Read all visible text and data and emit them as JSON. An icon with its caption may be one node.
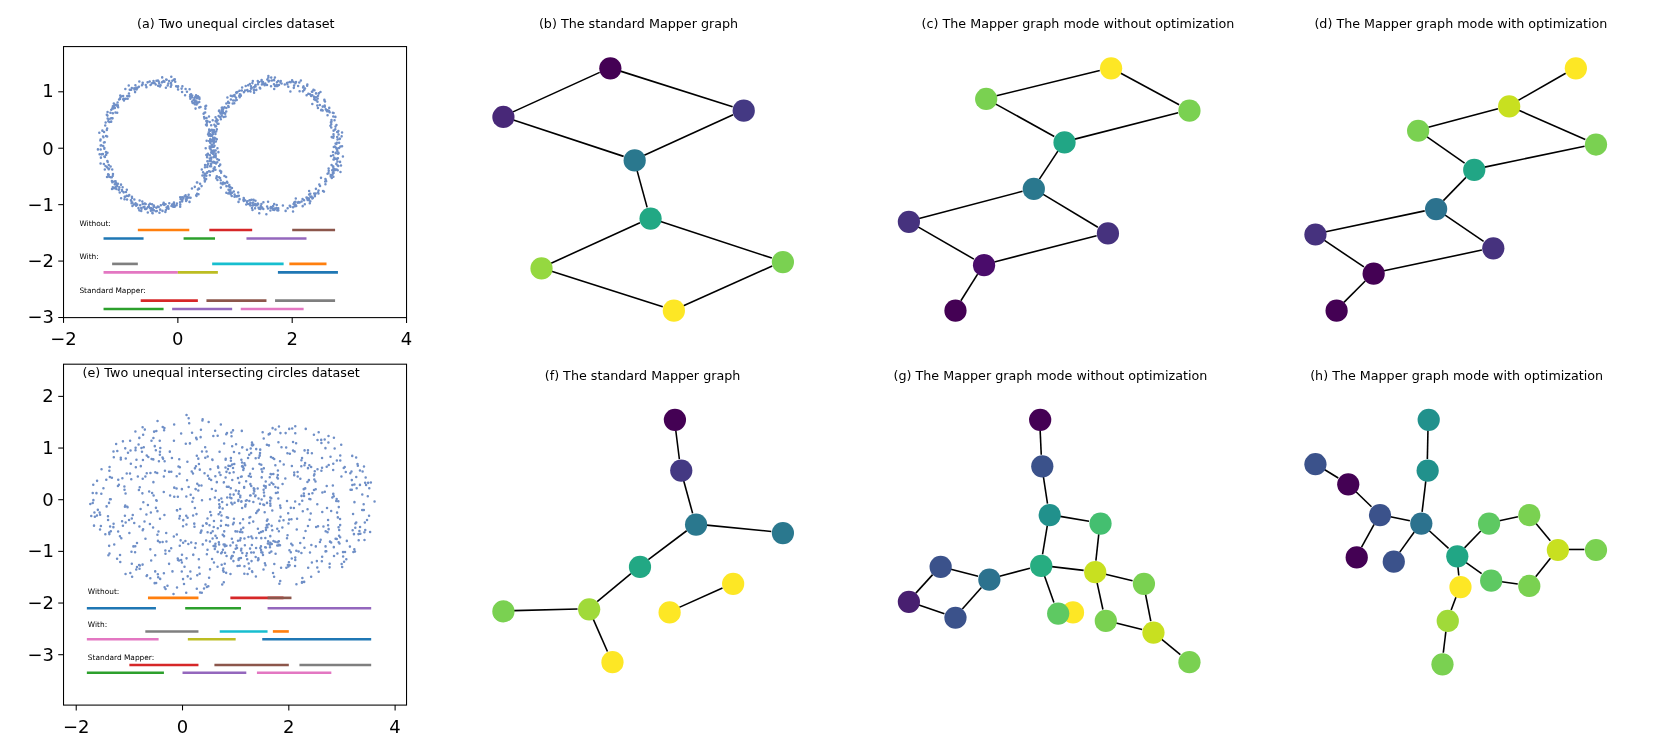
{
  "diagram": {
    "nodes": [
      {
        "text": [],
        "shape": "circle"
      },
      {
        "text": [],
        "shape": "circle"
      },
      {
        "text": [],
        "shape": "circle"
      },
      {
        "text": [],
        "shape": "circle"
      },
      {
        "text": [],
        "shape": "circle"
      },
      {
        "text": [],
        "shape": "circle"
      },
      {
        "text": [],
        "shape": "circle"
      },
      {
        "text": [],
        "shape": "circle"
      },
      {
        "text": [],
        "shape": "circle"
      },
      {
        "text": [],
        "shape": "circle"
      },
      {
        "text": [],
        "shape": "circle"
      },
      {
        "text": [],
        "shape": "circle"
      },
      {
        "text": [],
        "shape": "circle"
      },
      {
        "text": [],
        "shape": "circle"
      },
      {
        "text": [],
        "shape": "circle"
      },
      {
        "text": [],
        "shape": "circle"
      },
      {
        "text": [],
        "shape": "circle"
      },
      {
        "text": [],
        "shape": "circle"
      },
      {
        "text": [],
        "shape": "circle"
      },
      {
        "text": [],
        "shape": "circle"
      },
      {
        "text": [],
        "shape": "circle"
      },
      {
        "text": [],
        "shape": "circle"
      },
      {
        "text": [],
        "shape": "circle"
      },
      {
        "text": [],
        "shape": "circle"
      },
      {
        "text": [],
        "shape": "circle"
      },
      {
        "text": [],
        "shape": "circle"
      },
      {
        "text": [],
        "shape": "circle"
      },
      {
        "text": [],
        "shape": "circle"
      },
      {
        "text": [],
        "shape": "circle"
      },
      {
        "text": [],
        "shape": "circle"
      },
      {
        "text": [],
        "shape": "circle"
      },
      {
        "text": [],
        "shape": "circle"
      },
      {
        "text": [],
        "shape": "circle"
      },
      {
        "text": [],
        "shape": "circle"
      },
      {
        "text": [],
        "shape": "circle"
      },
      {
        "text": [],
        "shape": "circle"
      },
      {
        "text": [],
        "shape": "circle"
      },
      {
        "text": [],
        "shape": "circle"
      },
      {
        "text": [],
        "shape": "circle"
      },
      {
        "text": [],
        "shape": "circle"
      },
      {
        "text": [],
        "shape": "circle"
      },
      {
        "text": [],
        "shape": "circle"
      },
      {
        "text": [],
        "shape": "circle"
      },
      {
        "text": [],
        "shape": "circle"
      },
      {
        "text": [],
        "shape": "circle"
      },
      {
        "text": [],
        "shape": "circle"
      },
      {
        "text": [],
        "shape": "circle"
      },
      {
        "text": [],
        "shape": "circle"
      },
      {
        "text": [],
        "shape": "circle"
      },
      {
        "text": [],
        "shape": "circle"
      },
      {
        "text": [],
        "shape": "circle"
      },
      {
        "text": [],
        "shape": "circle"
      },
      {
        "text": [],
        "shape": "circle"
      },
      {
        "text": [],
        "shape": "circle"
      },
      {
        "text": [],
        "shape": "circle"
      },
      {
        "text": [],
        "shape": "circle"
      },
      {
        "text": [],
        "shape": "circle"
      },
      {
        "text": [],
        "shape": "circle"
      },
      {
        "text": [],
        "shape": "circle"
      },
      {
        "text": [],
        "shape": "circle"
      },
      {
        "text": [],
        "shape": "circle"
      },
      {
        "text": [],
        "shape": "circle"
      },
      {
        "text": [],
        "shape": "circle"
      },
      {
        "text": [],
        "shape": "circle"
      },
      {
        "text": [],
        "shape": "circle"
      },
      {
        "text": [],
        "shape": "circle"
      },
      {
        "text": [],
        "shape": "circle"
      },
      {
        "text": [],
        "shape": "circle"
      },
      {
        "text": [],
        "shape": "circle"
      },
      {
        "text": [],
        "shape": "circle"
      },
      {
        "text": [],
        "shape": "circle"
      }
    ],
    "edges": [
      {
        "from": 1,
        "to": 0,
        "arrow": "none"
      },
      {
        "from": 0,
        "to": 2,
        "arrow": "none"
      },
      {
        "from": 1,
        "to": 3,
        "arrow": "none"
      },
      {
        "from": 2,
        "to": 3,
        "arrow": "none"
      },
      {
        "from": 3,
        "to": 4,
        "arrow": "none"
      },
      {
        "from": 4,
        "to": 5,
        "arrow": "none"
      },
      {
        "from": 4,
        "to": 6,
        "arrow": "none"
      },
      {
        "from": 5,
        "to": 7,
        "arrow": "none"
      },
      {
        "from": 6,
        "to": 7,
        "arrow": "none"
      },
      {
        "from": 9,
        "to": 8,
        "arrow": "none"
      },
      {
        "from": 8,
        "to": 10,
        "arrow": "none"
      },
      {
        "from": 9,
        "to": 11,
        "arrow": "none"
      },
      {
        "from": 10,
        "to": 11,
        "arrow": "none"
      },
      {
        "from": 11,
        "to": 12,
        "arrow": "none"
      },
      {
        "from": 12,
        "to": 13,
        "arrow": "none"
      },
      {
        "from": 12,
        "to": 14,
        "arrow": "none"
      },
      {
        "from": 13,
        "to": 15,
        "arrow": "none"
      },
      {
        "from": 14,
        "to": 15,
        "arrow": "none"
      },
      {
        "from": 15,
        "to": 16,
        "arrow": "none"
      },
      {
        "from": 17,
        "to": 18,
        "arrow": "none"
      },
      {
        "from": 19,
        "to": 18,
        "arrow": "none"
      },
      {
        "from": 18,
        "to": 20,
        "arrow": "none"
      },
      {
        "from": 19,
        "to": 21,
        "arrow": "none"
      },
      {
        "from": 20,
        "to": 21,
        "arrow": "none"
      },
      {
        "from": 21,
        "to": 22,
        "arrow": "none"
      },
      {
        "from": 22,
        "to": 23,
        "arrow": "none"
      },
      {
        "from": 22,
        "to": 24,
        "arrow": "none"
      },
      {
        "from": 23,
        "to": 25,
        "arrow": "none"
      },
      {
        "from": 24,
        "to": 25,
        "arrow": "none"
      },
      {
        "from": 25,
        "to": 26,
        "arrow": "none"
      },
      {
        "from": 27,
        "to": 28,
        "arrow": "none"
      },
      {
        "from": 28,
        "to": 29,
        "arrow": "none"
      },
      {
        "from": 29,
        "to": 30,
        "arrow": "none"
      },
      {
        "from": 29,
        "to": 31,
        "arrow": "none"
      },
      {
        "from": 31,
        "to": 34,
        "arrow": "none"
      },
      {
        "from": 33,
        "to": 34,
        "arrow": "none"
      },
      {
        "from": 34,
        "to": 36,
        "arrow": "none"
      },
      {
        "from": 35,
        "to": 32,
        "arrow": "none"
      },
      {
        "from": 37,
        "to": 38,
        "arrow": "none"
      },
      {
        "from": 38,
        "to": 39,
        "arrow": "none"
      },
      {
        "from": 39,
        "to": 40,
        "arrow": "none"
      },
      {
        "from": 39,
        "to": 43,
        "arrow": "none"
      },
      {
        "from": 40,
        "to": 44,
        "arrow": "none"
      },
      {
        "from": 43,
        "to": 44,
        "arrow": "none"
      },
      {
        "from": 43,
        "to": 42,
        "arrow": "none"
      },
      {
        "from": 42,
        "to": 41,
        "arrow": "none"
      },
      {
        "from": 41,
        "to": 46,
        "arrow": "none"
      },
      {
        "from": 46,
        "to": 47,
        "arrow": "none"
      },
      {
        "from": 47,
        "to": 42,
        "arrow": "none"
      },
      {
        "from": 43,
        "to": 49,
        "arrow": "none"
      },
      {
        "from": 44,
        "to": 50,
        "arrow": "none"
      },
      {
        "from": 44,
        "to": 45,
        "arrow": "none"
      },
      {
        "from": 45,
        "to": 51,
        "arrow": "none"
      },
      {
        "from": 50,
        "to": 51,
        "arrow": "none"
      },
      {
        "from": 51,
        "to": 52,
        "arrow": "none"
      },
      {
        "from": 53,
        "to": 54,
        "arrow": "none"
      },
      {
        "from": 54,
        "to": 58,
        "arrow": "none"
      },
      {
        "from": 55,
        "to": 56,
        "arrow": "none"
      },
      {
        "from": 56,
        "to": 57,
        "arrow": "none"
      },
      {
        "from": 57,
        "to": 58,
        "arrow": "none"
      },
      {
        "from": 57,
        "to": 59,
        "arrow": "none"
      },
      {
        "from": 58,
        "to": 60,
        "arrow": "none"
      },
      {
        "from": 58,
        "to": 61,
        "arrow": "none"
      },
      {
        "from": 61,
        "to": 62,
        "arrow": "none"
      },
      {
        "from": 62,
        "to": 63,
        "arrow": "none"
      },
      {
        "from": 63,
        "to": 64,
        "arrow": "none"
      },
      {
        "from": 64,
        "to": 65,
        "arrow": "none"
      },
      {
        "from": 61,
        "to": 66,
        "arrow": "none"
      },
      {
        "from": 66,
        "to": 67,
        "arrow": "none"
      },
      {
        "from": 67,
        "to": 64,
        "arrow": "none"
      },
      {
        "from": 61,
        "to": 68,
        "arrow": "none"
      },
      {
        "from": 68,
        "to": 69,
        "arrow": "none"
      },
      {
        "from": 69,
        "to": 70,
        "arrow": "none"
      }
    ],
    "labels": [
      "(a) Two unequal circles dataset",
      "(b) The standard Mapper graph",
      "(c) The Mapper graph mode without optimization",
      "(d) The Mapper graph mode with optimization",
      "1",
      "0",
      "−1",
      "−2",
      "−3",
      "Without:",
      "With:",
      "Standard Mapper:",
      "−2",
      "0",
      "2",
      "4",
      "(e) Two unequal intersecting circles dataset",
      "(f) The standard Mapper graph",
      "(g) The Mapper graph mode without optimization",
      "(h) The Mapper graph mode with optimization",
      "2",
      "1",
      "0",
      "−1",
      "−2",
      "−3",
      "Without:",
      "With:",
      "Standard Mapper:",
      "−2",
      "0",
      "2",
      "4"
    ]
  }
}
